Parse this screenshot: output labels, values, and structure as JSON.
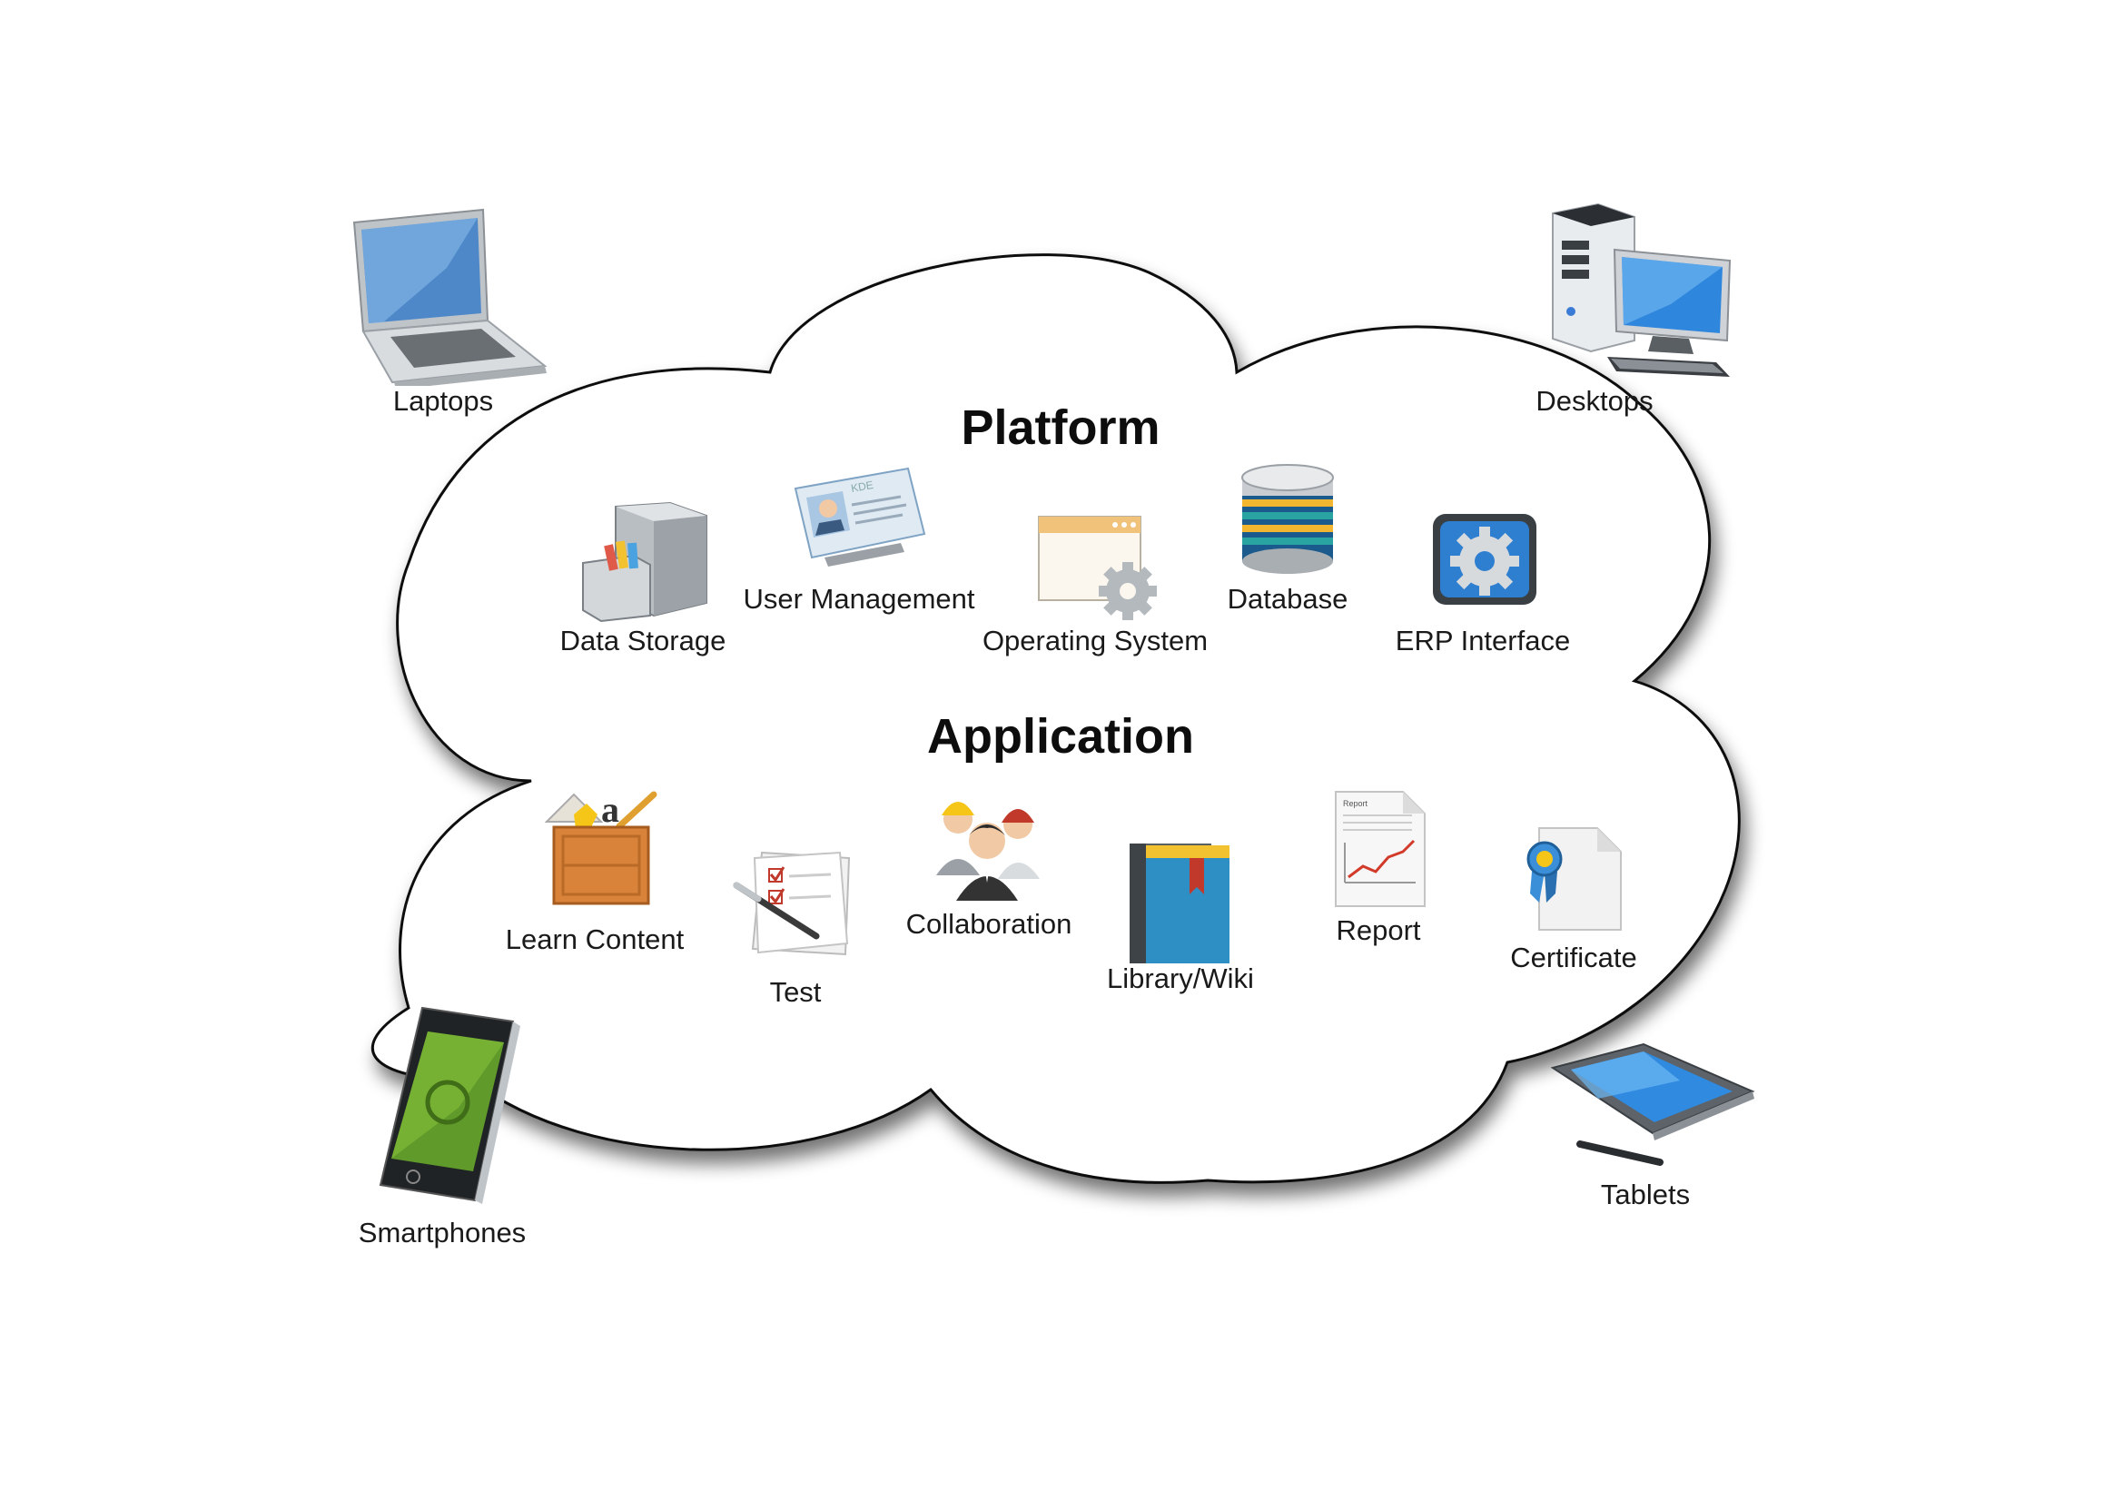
{
  "sections": {
    "platform": "Platform",
    "application": "Application"
  },
  "devices": {
    "laptops": "Laptops",
    "desktops": "Desktops",
    "smartphones": "Smartphones",
    "tablets": "Tablets"
  },
  "platform_items": {
    "data_storage": "Data Storage",
    "user_management": "User Management",
    "operating_system": "Operating System",
    "database": "Database",
    "erp_interface": "ERP Interface"
  },
  "application_items": {
    "learn_content": "Learn Content",
    "test": "Test",
    "collaboration": "Collaboration",
    "library_wiki": "Library/Wiki",
    "report": "Report",
    "certificate": "Certificate"
  },
  "icon_text": {
    "kde": "KDE",
    "report_mini": "Report"
  },
  "icons": [
    "laptop-icon",
    "desktop-icon",
    "smartphone-icon",
    "tablet-icon",
    "data-storage-icon",
    "user-card-icon",
    "operating-system-icon",
    "database-icon",
    "erp-gear-icon",
    "learn-content-box-icon",
    "test-checklist-icon",
    "collaboration-people-icon",
    "library-books-icon",
    "report-chart-icon",
    "certificate-icon"
  ],
  "colors": {
    "cloud_fill": "#ffffff",
    "cloud_stroke": "#111111",
    "screen_blue": "#3a8fd8",
    "phone_green": "#5f9a2a",
    "report_red": "#d23a2a"
  }
}
